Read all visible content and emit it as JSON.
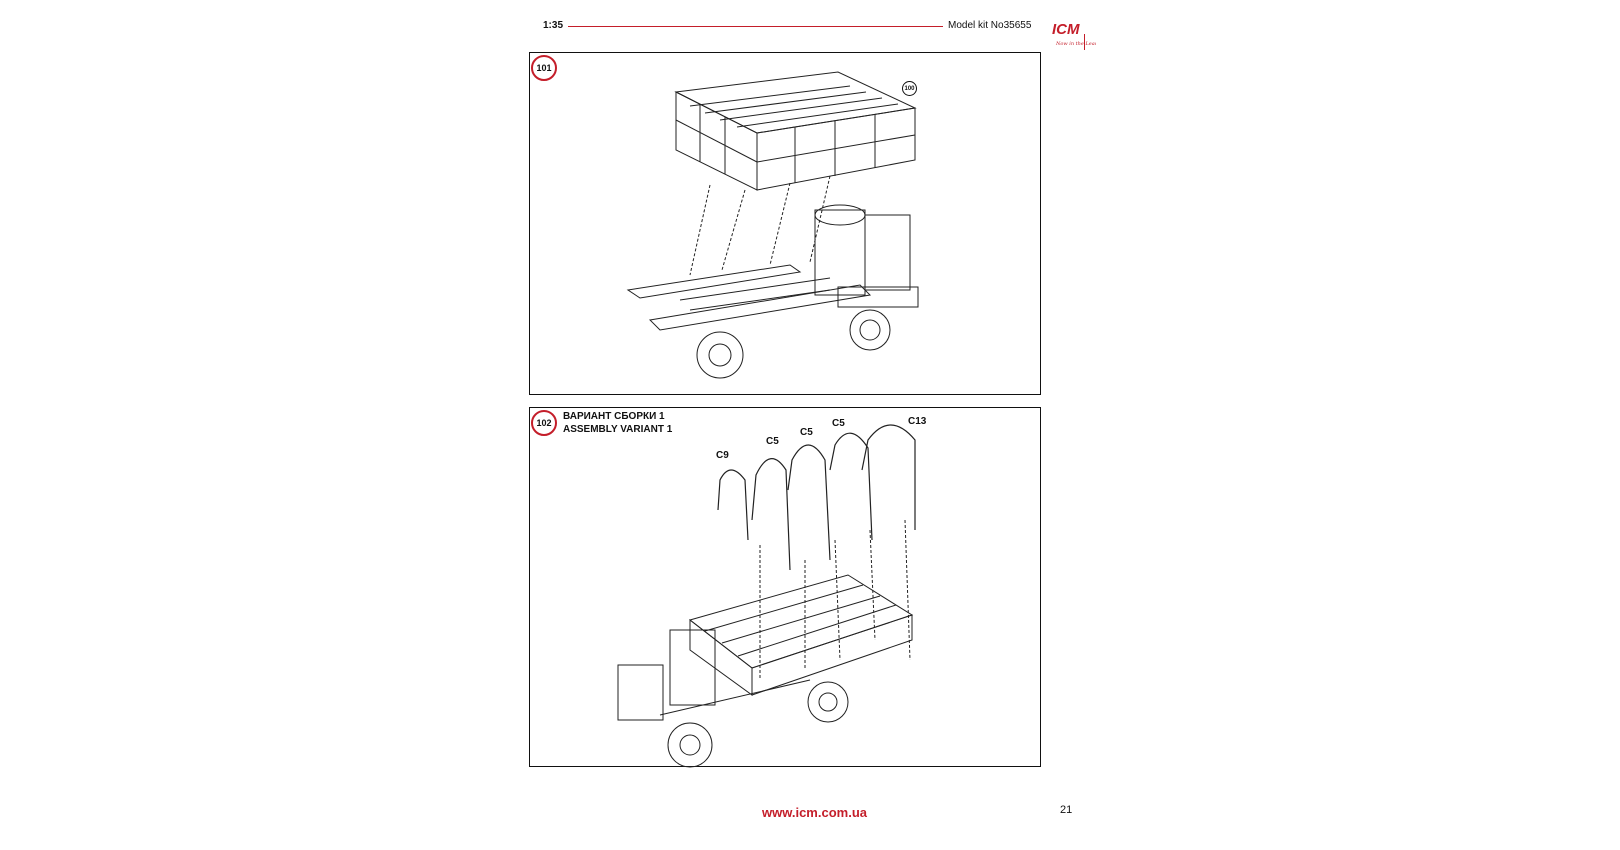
{
  "header": {
    "scale": "1:35",
    "kit_label": "Model kit No35655",
    "logo_text": "ICM",
    "logo_tagline": "Now in the Lead",
    "accent_color": "#c41e2a"
  },
  "steps": [
    {
      "number": "101",
      "reference": "100"
    },
    {
      "number": "102",
      "variant_ru": "ВАРИАНТ СБОРКИ 1",
      "variant_en": "ASSEMBLY VARIANT 1",
      "parts": [
        "C9",
        "C5",
        "C5",
        "C5",
        "C13"
      ]
    }
  ],
  "footer": {
    "url": "www.icm.com.ua",
    "page_number": "21"
  }
}
